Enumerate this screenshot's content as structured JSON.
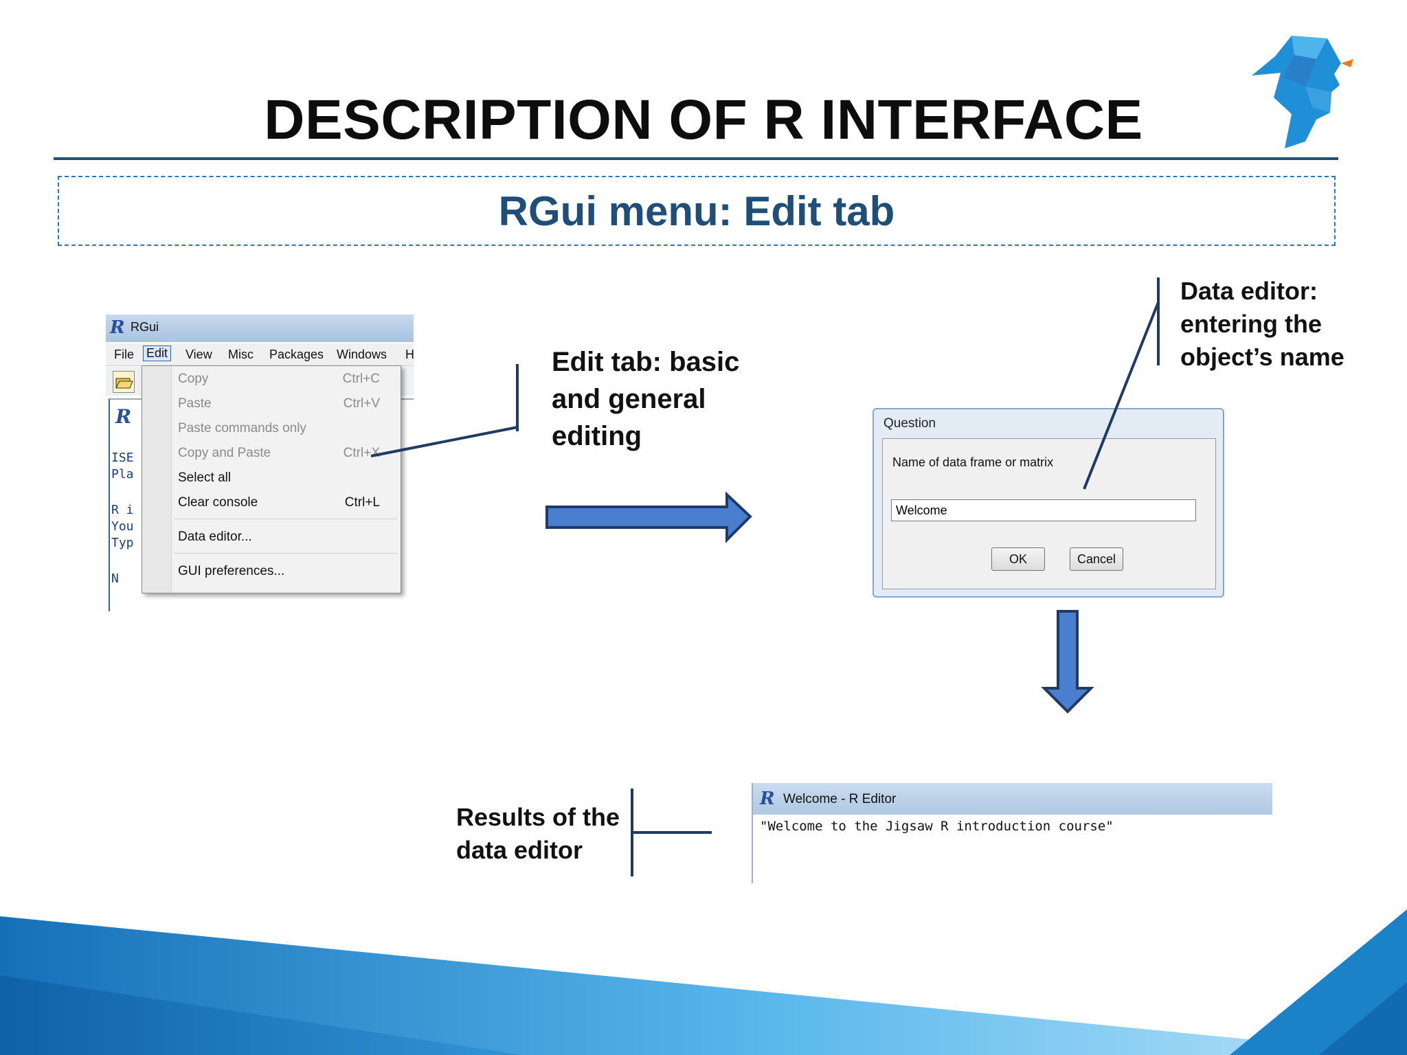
{
  "slide": {
    "title": "DESCRIPTION OF R INTERFACE",
    "subtitle": "RGui menu: Edit tab"
  },
  "callouts": {
    "edit_tab": [
      "Edit tab: basic",
      "and general",
      "editing"
    ],
    "data_editor": [
      "Data editor:",
      "entering the",
      "object’s name"
    ],
    "results": [
      "Results of the",
      "data editor"
    ]
  },
  "rgui": {
    "title": "RGui",
    "logo_letter": "R",
    "menu": [
      "File",
      "Edit",
      "View",
      "Misc",
      "Packages",
      "Windows",
      "H"
    ],
    "console_lines": [
      "ISE",
      "Pla",
      "",
      "R i",
      "You",
      "Typ",
      "",
      "  N"
    ],
    "edit_menu": [
      {
        "label": "Copy",
        "shortcut": "Ctrl+C",
        "enabled": false
      },
      {
        "label": "Paste",
        "shortcut": "Ctrl+V",
        "enabled": false
      },
      {
        "label": "Paste commands only",
        "shortcut": "",
        "enabled": false
      },
      {
        "label": "Copy and Paste",
        "shortcut": "Ctrl+X",
        "enabled": false
      },
      {
        "label": "Select all",
        "shortcut": "",
        "enabled": true
      },
      {
        "label": "Clear console",
        "shortcut": "Ctrl+L",
        "enabled": true
      },
      {
        "label": "Data editor...",
        "shortcut": "",
        "enabled": true
      },
      {
        "label": "GUI preferences...",
        "shortcut": "",
        "enabled": true
      }
    ]
  },
  "question_dialog": {
    "title": "Question",
    "prompt": "Name of data frame or matrix",
    "input_value": "Welcome",
    "ok_label": "OK",
    "cancel_label": "Cancel"
  },
  "r_editor": {
    "title": "Welcome - R Editor",
    "content": "\"Welcome to the Jigsaw R introduction course\""
  },
  "colors": {
    "accent_dark": "#1f4e79",
    "accent": "#2e75b6",
    "arrow_fill": "#4a7fd0"
  }
}
